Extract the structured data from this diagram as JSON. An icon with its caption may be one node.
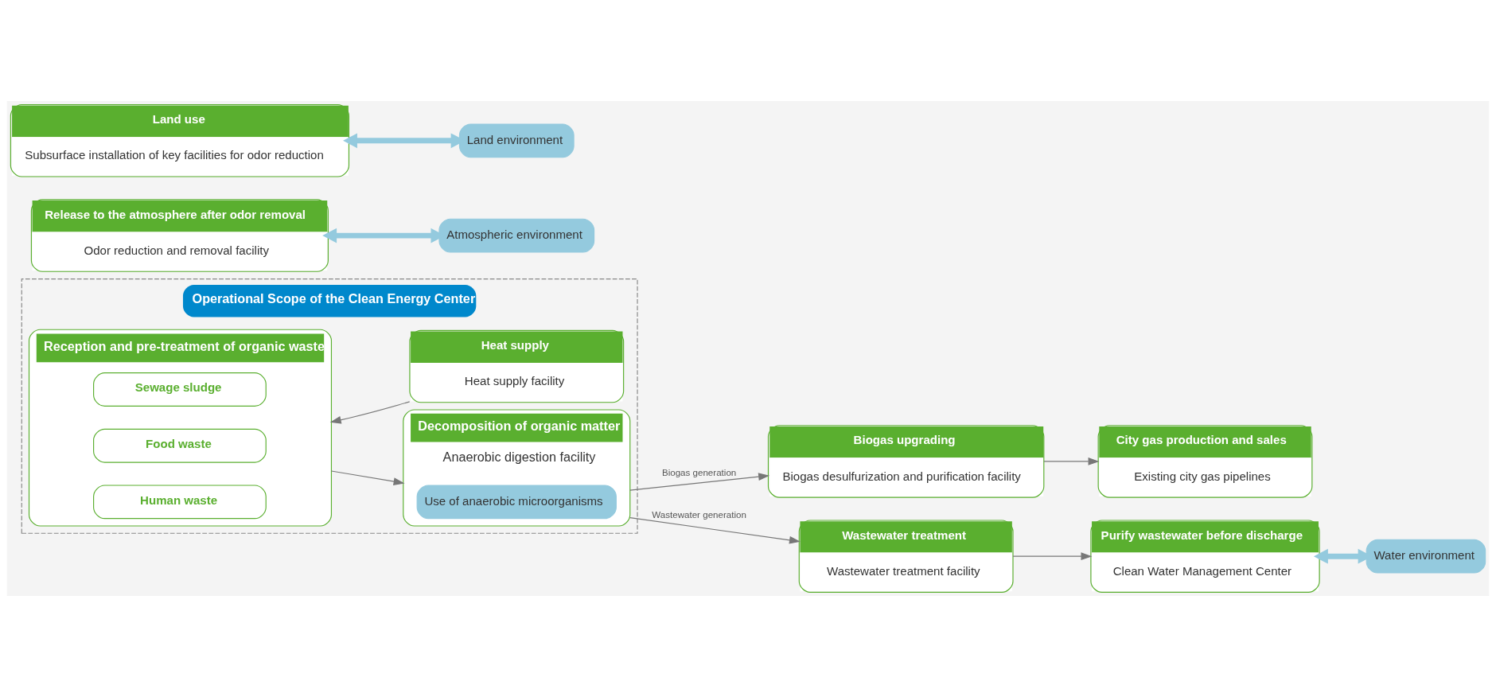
{
  "diagram": {
    "nodes": [
      {
        "text": [
          "Operational Scope of the Clean Energy Center"
        ]
      },
      {
        "text": [
          "Reception and pre-treatment of organic waste"
        ],
        "in": 0
      },
      {
        "text": [
          "Sewage sludge"
        ],
        "in": 1
      },
      {
        "text": [
          "Food waste"
        ],
        "in": 1
      },
      {
        "text": [
          "Human waste"
        ],
        "in": 1
      },
      {
        "text": [
          "Decomposition of organic matter",
          "Anaerobic digestion facility"
        ],
        "in": 0
      },
      {
        "text": [
          "Use of anaerobic microorganisms"
        ],
        "in": 5
      },
      {
        "text": [
          "Heat supply",
          "Heat supply facility"
        ],
        "in": 0
      },
      {
        "text": [
          "Biogas upgrading",
          "Biogas desulfurization and purification facility"
        ]
      },
      {
        "text": [
          "Wastewater treatment",
          "Wastewater treatment facility"
        ]
      },
      {
        "text": [
          "City gas production and sales",
          "Existing city gas pipelines"
        ]
      },
      {
        "text": [
          "Purify wastewater before discharge",
          "Clean Water Management Center"
        ]
      },
      {
        "text": [
          "Release to the atmosphere after odor removal",
          "Odor reduction and removal facility"
        ]
      },
      {
        "text": [
          "Land use",
          "Subsurface installation of key facilities for odor reduction"
        ]
      },
      {
        "text": [
          "Water environment"
        ]
      },
      {
        "text": [
          "Atmospheric environment"
        ]
      },
      {
        "text": [
          "Land environment"
        ]
      }
    ],
    "edges": [
      {
        "from": 1,
        "to": 5,
        "arrow": "to"
      },
      {
        "from": 5,
        "to": 8,
        "arrow": "to",
        "label": "Biogas generation"
      },
      {
        "from": 5,
        "to": 9,
        "arrow": "to",
        "label": "Wastewater generation"
      },
      {
        "from": 7,
        "to": 1,
        "arrow": "to"
      },
      {
        "from": 8,
        "to": 10,
        "arrow": "to"
      },
      {
        "from": 9,
        "to": 11,
        "arrow": "to"
      },
      {
        "from": 11,
        "to": 14,
        "arrow": "both",
        "style": "thick",
        "color": "#94cade"
      },
      {
        "from": 12,
        "to": 15,
        "arrow": "both",
        "style": "thick",
        "color": "#94cade"
      },
      {
        "from": 13,
        "to": 16,
        "arrow": "both",
        "style": "thick",
        "color": "#94cade"
      }
    ]
  }
}
